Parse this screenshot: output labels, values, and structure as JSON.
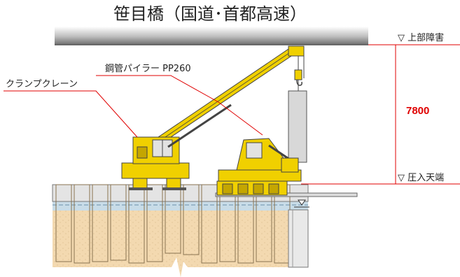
{
  "title": "笹目橋（国道･首都高速）",
  "labels": {
    "pile_machine": "鋼管パイラー PP260",
    "crane": "クランプクレーン",
    "upper_obstacle": "▽ 上部障害",
    "pile_top": "▽ 圧入天端",
    "clearance": "7800"
  },
  "colors": {
    "machine_yellow": "#f0d000",
    "leader_line": "#e00000",
    "soil": "#f3d9b0",
    "water": "#c8dce8",
    "girder": "#8a8a8a"
  }
}
